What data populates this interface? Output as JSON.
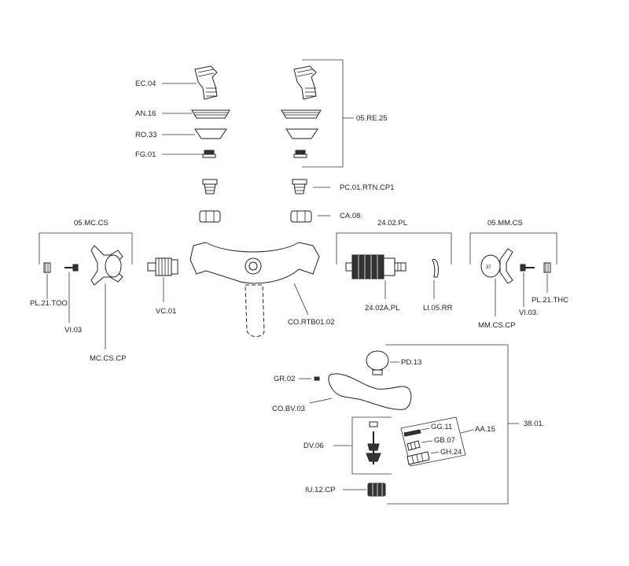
{
  "labels": {
    "ec04": "EC.04",
    "an16": "AN.16",
    "ro33": "RO.33",
    "fg01": "FG.01",
    "re25": "05.RE.25",
    "pc01": "PC.01.RTN.CP1",
    "ca08": "CA.08.",
    "mc_cs": "05.MC.CS",
    "pl21too": "PL.21.TOO",
    "vi03_left": "VI.03",
    "mccscp": "MC.CS.CP",
    "vc01": "VC.01",
    "cortb": "CO.RTB01.02",
    "pl2402": "24.02.PL",
    "pl2402a": "24.02A.PL",
    "li05": "LI.05.RR",
    "mm_cs": "05.MM.CS",
    "mmcscp": "MM.CS.CP",
    "vi03_right": "VI.03.",
    "pl21thc": "PL.21.THC",
    "pd13": "PD.13",
    "gr02": "GR.02",
    "cobv03": "CO.BV.03",
    "gg11": "GG.11",
    "gb07": "GB.07",
    "gh24": "GH.24",
    "aa15": "AA.15",
    "set3801": "38.01.",
    "dv06": "DV.06",
    "iu12": "IU.12.CP",
    "knob_number": "37"
  }
}
